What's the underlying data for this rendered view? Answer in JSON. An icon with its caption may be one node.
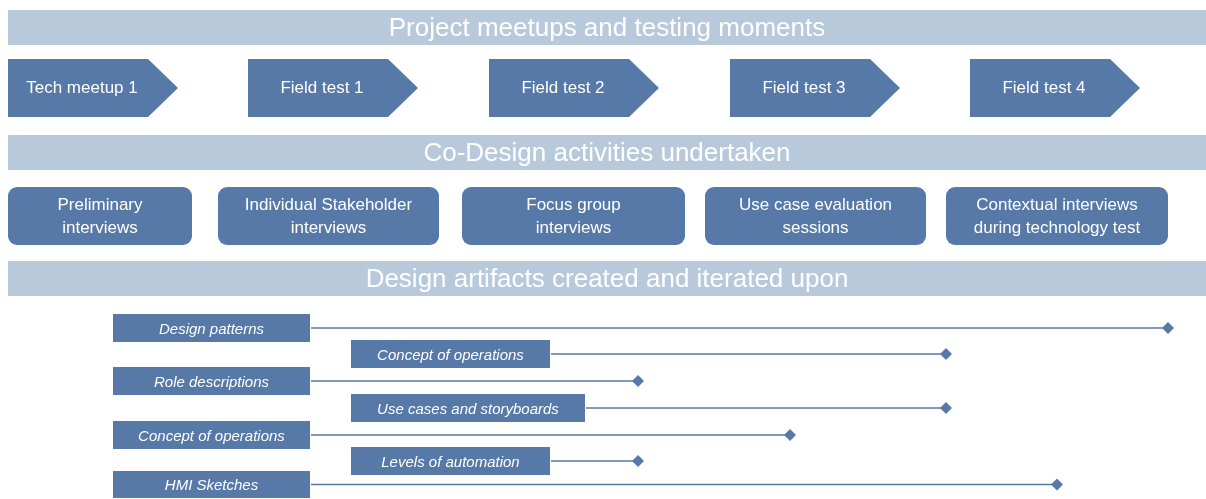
{
  "diagram": {
    "nodes": [
      {
        "text": [
          "Project meetups and testing moments"
        ]
      },
      {
        "text": [
          "Tech meetup 1"
        ]
      },
      {
        "text": [
          "Field test 1"
        ]
      },
      {
        "text": [
          "Field test 2"
        ]
      },
      {
        "text": [
          "Field test 3"
        ]
      },
      {
        "text": [
          "Field test 4"
        ]
      },
      {
        "text": [
          "Co-Design activities undertaken"
        ]
      },
      {
        "text": [
          "Preliminary interviews"
        ]
      },
      {
        "text": [
          "Individual Stakeholder interviews"
        ]
      },
      {
        "text": [
          "Focus group interviews"
        ]
      },
      {
        "text": [
          "Use case evaluation sessions"
        ]
      },
      {
        "text": [
          "Contextual interviews during technology test"
        ]
      },
      {
        "text": [
          "Design artifacts created and iterated upon"
        ]
      },
      {
        "text": [
          "Design patterns"
        ]
      },
      {
        "text": [
          "Concept of operations"
        ]
      },
      {
        "text": [
          "Role descriptions"
        ]
      },
      {
        "text": [
          "Use cases and storyboards"
        ]
      },
      {
        "text": [
          "Concept of operations"
        ]
      },
      {
        "text": [
          "Levels of automation"
        ]
      },
      {
        "text": [
          "HMI Sketches"
        ]
      }
    ],
    "edges": [
      {
        "from": 13,
        "to": null,
        "arrow": "other"
      },
      {
        "from": 14,
        "to": null,
        "arrow": "other"
      },
      {
        "from": 15,
        "to": null,
        "arrow": "other"
      },
      {
        "from": 16,
        "to": null,
        "arrow": "other"
      },
      {
        "from": 17,
        "to": null,
        "arrow": "other"
      },
      {
        "from": 18,
        "to": null,
        "arrow": "other"
      },
      {
        "from": 19,
        "to": null,
        "arrow": "other"
      }
    ]
  }
}
